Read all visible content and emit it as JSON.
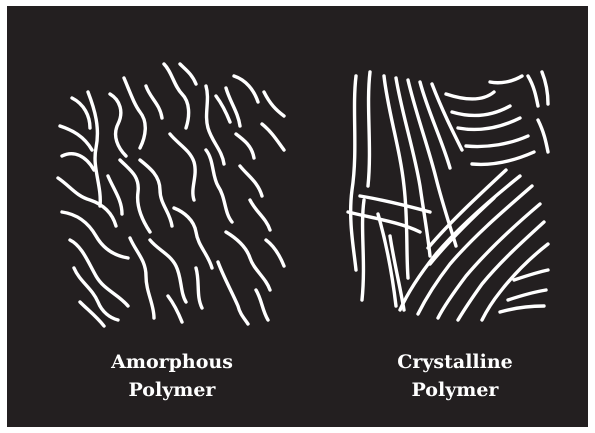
{
  "colors": {
    "background": "#231f20",
    "strand": "#ffffff",
    "page": "#ffffff"
  },
  "amorphous": {
    "line1": "Amorphous",
    "line2": "Polymer"
  },
  "crystalline": {
    "line1": "Crystalline",
    "line2": "Polymer"
  }
}
